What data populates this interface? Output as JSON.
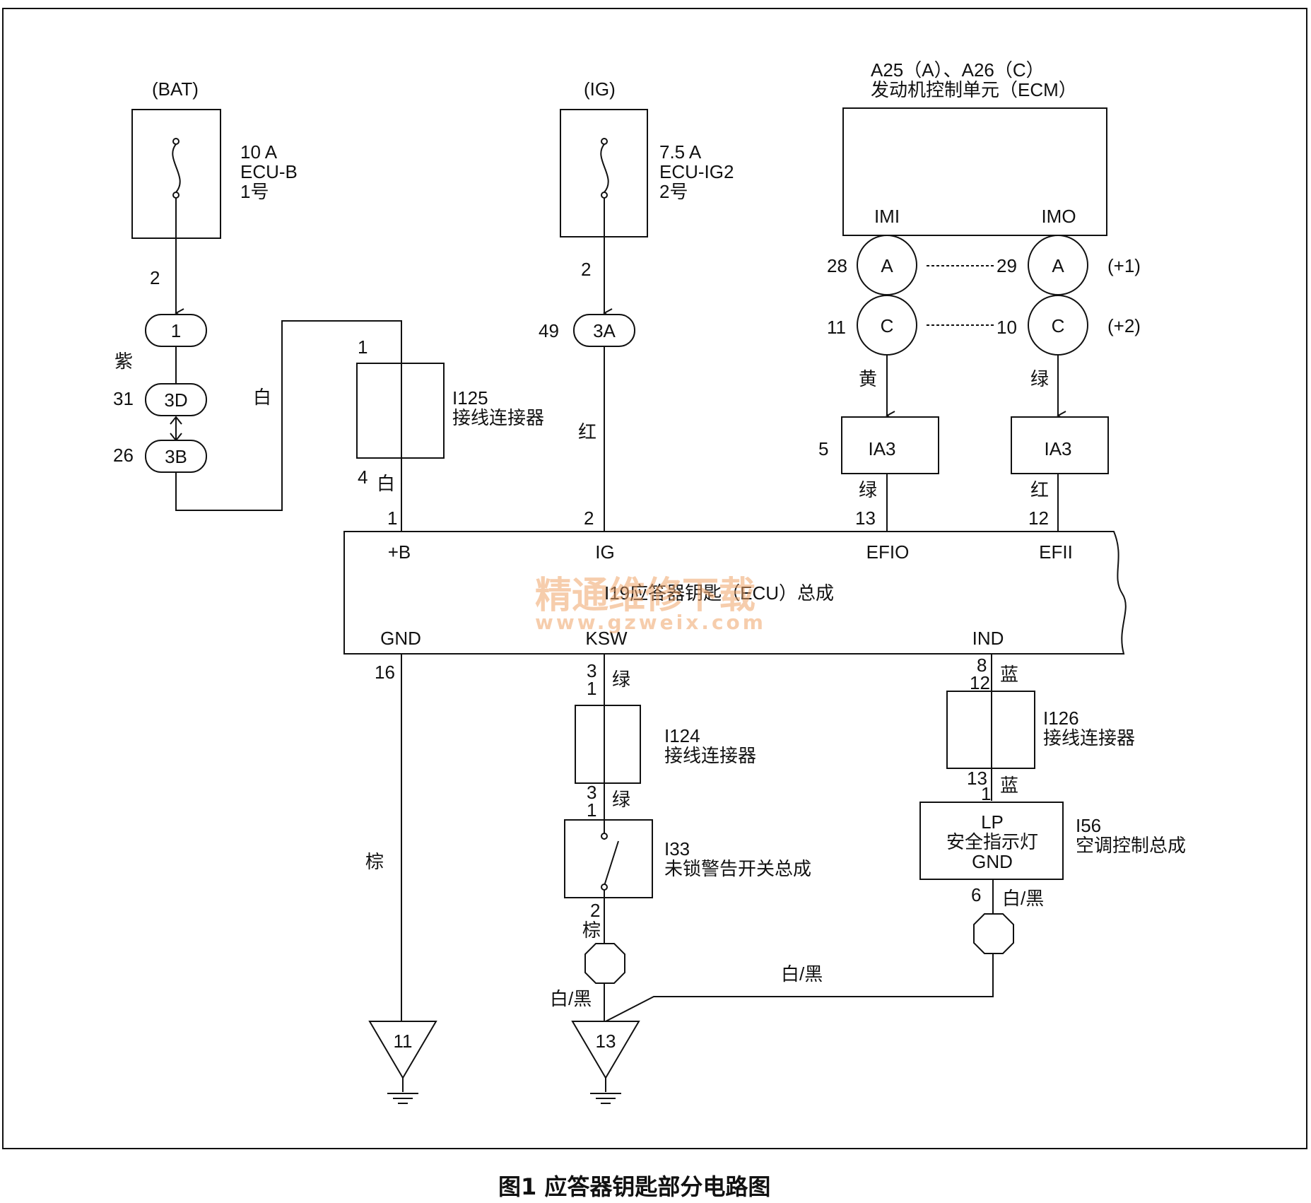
{
  "caption": "图1  应答器钥匙部分电路图",
  "watermark": {
    "line1": "精通维修下载",
    "line2": "www.gzweix.com"
  },
  "bat": {
    "label": "(BAT)",
    "fuse_rating": "10 A",
    "fuse_name": "ECU-B",
    "fuse_no": "1号",
    "pin_out": "2",
    "connector_1": "1",
    "wire_color": "紫",
    "pin_3d": "31",
    "connector_3d": "3D",
    "pin_3b": "26",
    "connector_3b": "3B",
    "wire_color_2": "白"
  },
  "ig": {
    "label": "(IG)",
    "fuse_rating": "7.5 A",
    "fuse_name": "ECU-IG2",
    "fuse_no": "2号",
    "pin_out": "2",
    "pin_3a": "49",
    "connector_3a": "3A",
    "wire_color": "红"
  },
  "ecm": {
    "title_line1": "A25（A）、A26（C）",
    "title_line2": "发动机控制单元（ECM）",
    "imi": "IMI",
    "imo": "IMO",
    "pin_a_left": "28",
    "pin_a_right": "29",
    "conn_a": "A",
    "pin_c_left": "11",
    "pin_c_right": "10",
    "conn_c": "C",
    "plus1": "(+1)",
    "plus2": "(+2)",
    "wire_left": "黄",
    "wire_right": "绿"
  },
  "ia3": {
    "label": "IA3",
    "pin_left": "5",
    "wire_left_below": "绿",
    "pin_left_bottom": "13",
    "wire_right_below": "红",
    "pin_right_bottom": "12"
  },
  "i125": {
    "id": "I125",
    "name": "接线连接器",
    "pin_top": "1",
    "pin_bottom": "4",
    "wire_bottom": "白"
  },
  "ecu": {
    "title": "I19应答器钥匙（ECU）总成",
    "pin_b": "1",
    "term_b": "+B",
    "pin_ig": "2",
    "term_ig": "IG",
    "pin_efio": "13",
    "term_efio": "EFIO",
    "pin_efii": "12",
    "term_efii": "EFII",
    "term_gnd": "GND",
    "pin_gnd": "16",
    "term_ksw": "KSW",
    "term_ind": "IND"
  },
  "gnd_branch": {
    "wire": "棕",
    "ground_no": "11"
  },
  "ksw_branch": {
    "pin_top_a": "3",
    "pin_top_b": "1",
    "wire_top": "绿",
    "conn_id": "I124",
    "conn_name": "接线连接器",
    "pin_mid_a": "3",
    "pin_mid_b": "1",
    "wire_mid": "绿",
    "switch_id": "I33",
    "switch_name": "未锁警告开关总成",
    "switch_pin": "2",
    "wire_after_switch": "棕",
    "wire_after_splice": "白/黑",
    "ground_no": "13"
  },
  "ind_branch": {
    "pin_top_a": "8",
    "pin_top_b": "12",
    "wire_top": "蓝",
    "conn_id": "I126",
    "conn_name": "接线连接器",
    "pin_mid_a": "13",
    "pin_mid_b": "1",
    "wire_mid": "蓝",
    "lamp_lp": "LP",
    "lamp_name": "安全指示灯",
    "lamp_gnd": "GND",
    "ac_id": "I56",
    "ac_name": "空调控制总成",
    "pin_out": "6",
    "wire_out": "白/黑",
    "wire_return": "白/黑"
  },
  "colors": {
    "ink": "#111111",
    "watermark": "#f0a56a",
    "background": "#ffffff"
  }
}
